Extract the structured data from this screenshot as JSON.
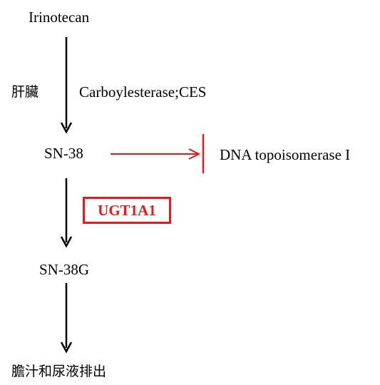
{
  "nodes": {
    "prodrug": "Irinotecan",
    "active_metabolite": "SN-38",
    "glucuronide": "SN-38G",
    "excretion": "膽汁和尿液排出",
    "target": "DNA topoisomerase I"
  },
  "edges": {
    "activation_site": "肝臟",
    "activation_enzyme": "Carboylesterase;CES",
    "conjugation_enzyme": "UGT1A1"
  },
  "colors": {
    "arrow": "#000000",
    "inhibition": "#e8191c",
    "enzyme_highlight": "#e8191c"
  }
}
